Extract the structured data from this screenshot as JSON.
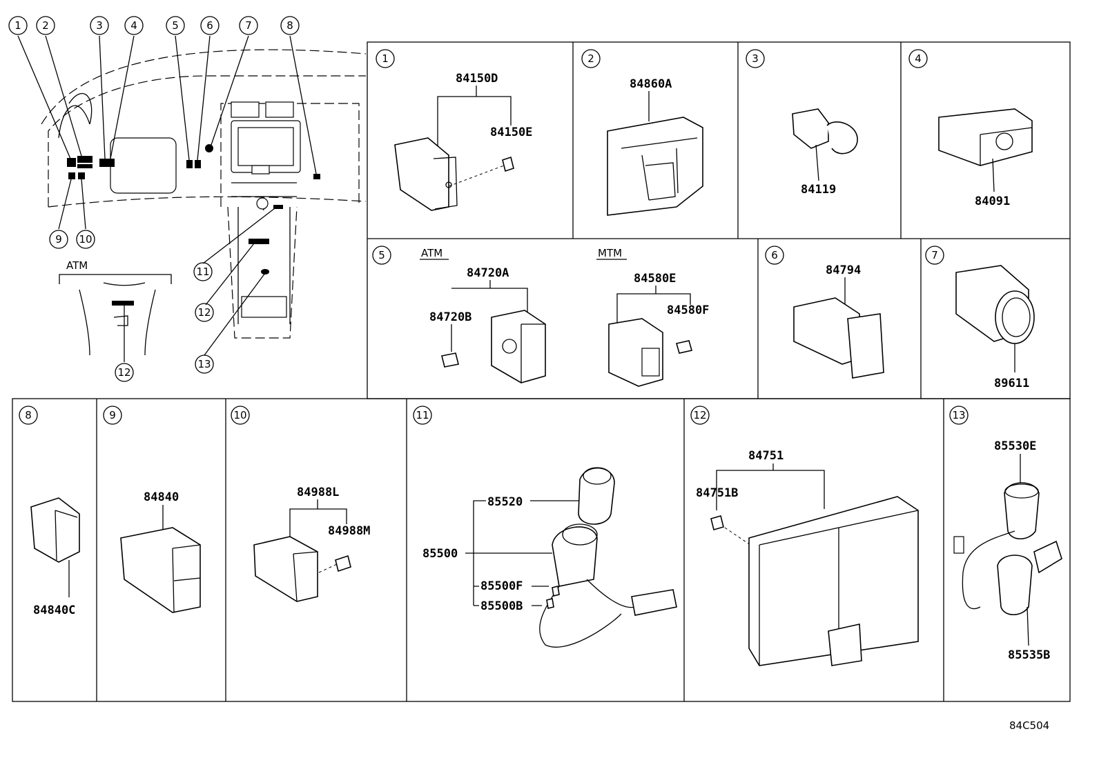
{
  "diagram": {
    "reference_code": "84C504",
    "overview": {
      "callouts_top": [
        "1",
        "2",
        "3",
        "4",
        "5",
        "6",
        "7",
        "8"
      ],
      "callouts_bottom": [
        "9",
        "10",
        "11",
        "12",
        "13"
      ],
      "inset_label": "ATM",
      "inset_callout": "12"
    },
    "panels": [
      {
        "num": "1",
        "parts": [
          "84150D",
          "84150E"
        ]
      },
      {
        "num": "2",
        "parts": [
          "84860A"
        ]
      },
      {
        "num": "3",
        "parts": [
          "84119"
        ]
      },
      {
        "num": "4",
        "parts": [
          "84091"
        ]
      },
      {
        "num": "5",
        "variant_a": "ATM",
        "variant_b": "MTM",
        "parts": [
          "84720A",
          "84720B",
          "84580E",
          "84580F"
        ]
      },
      {
        "num": "6",
        "parts": [
          "84794"
        ]
      },
      {
        "num": "7",
        "parts": [
          "89611"
        ]
      },
      {
        "num": "8",
        "parts": [
          "84840C"
        ]
      },
      {
        "num": "9",
        "parts": [
          "84840"
        ]
      },
      {
        "num": "10",
        "parts": [
          "84988L",
          "84988M"
        ]
      },
      {
        "num": "11",
        "parts": [
          "85520",
          "85500",
          "85500F",
          "85500B"
        ]
      },
      {
        "num": "12",
        "parts": [
          "84751",
          "84751B"
        ]
      },
      {
        "num": "13",
        "parts": [
          "85530E",
          "85535B"
        ]
      }
    ]
  }
}
